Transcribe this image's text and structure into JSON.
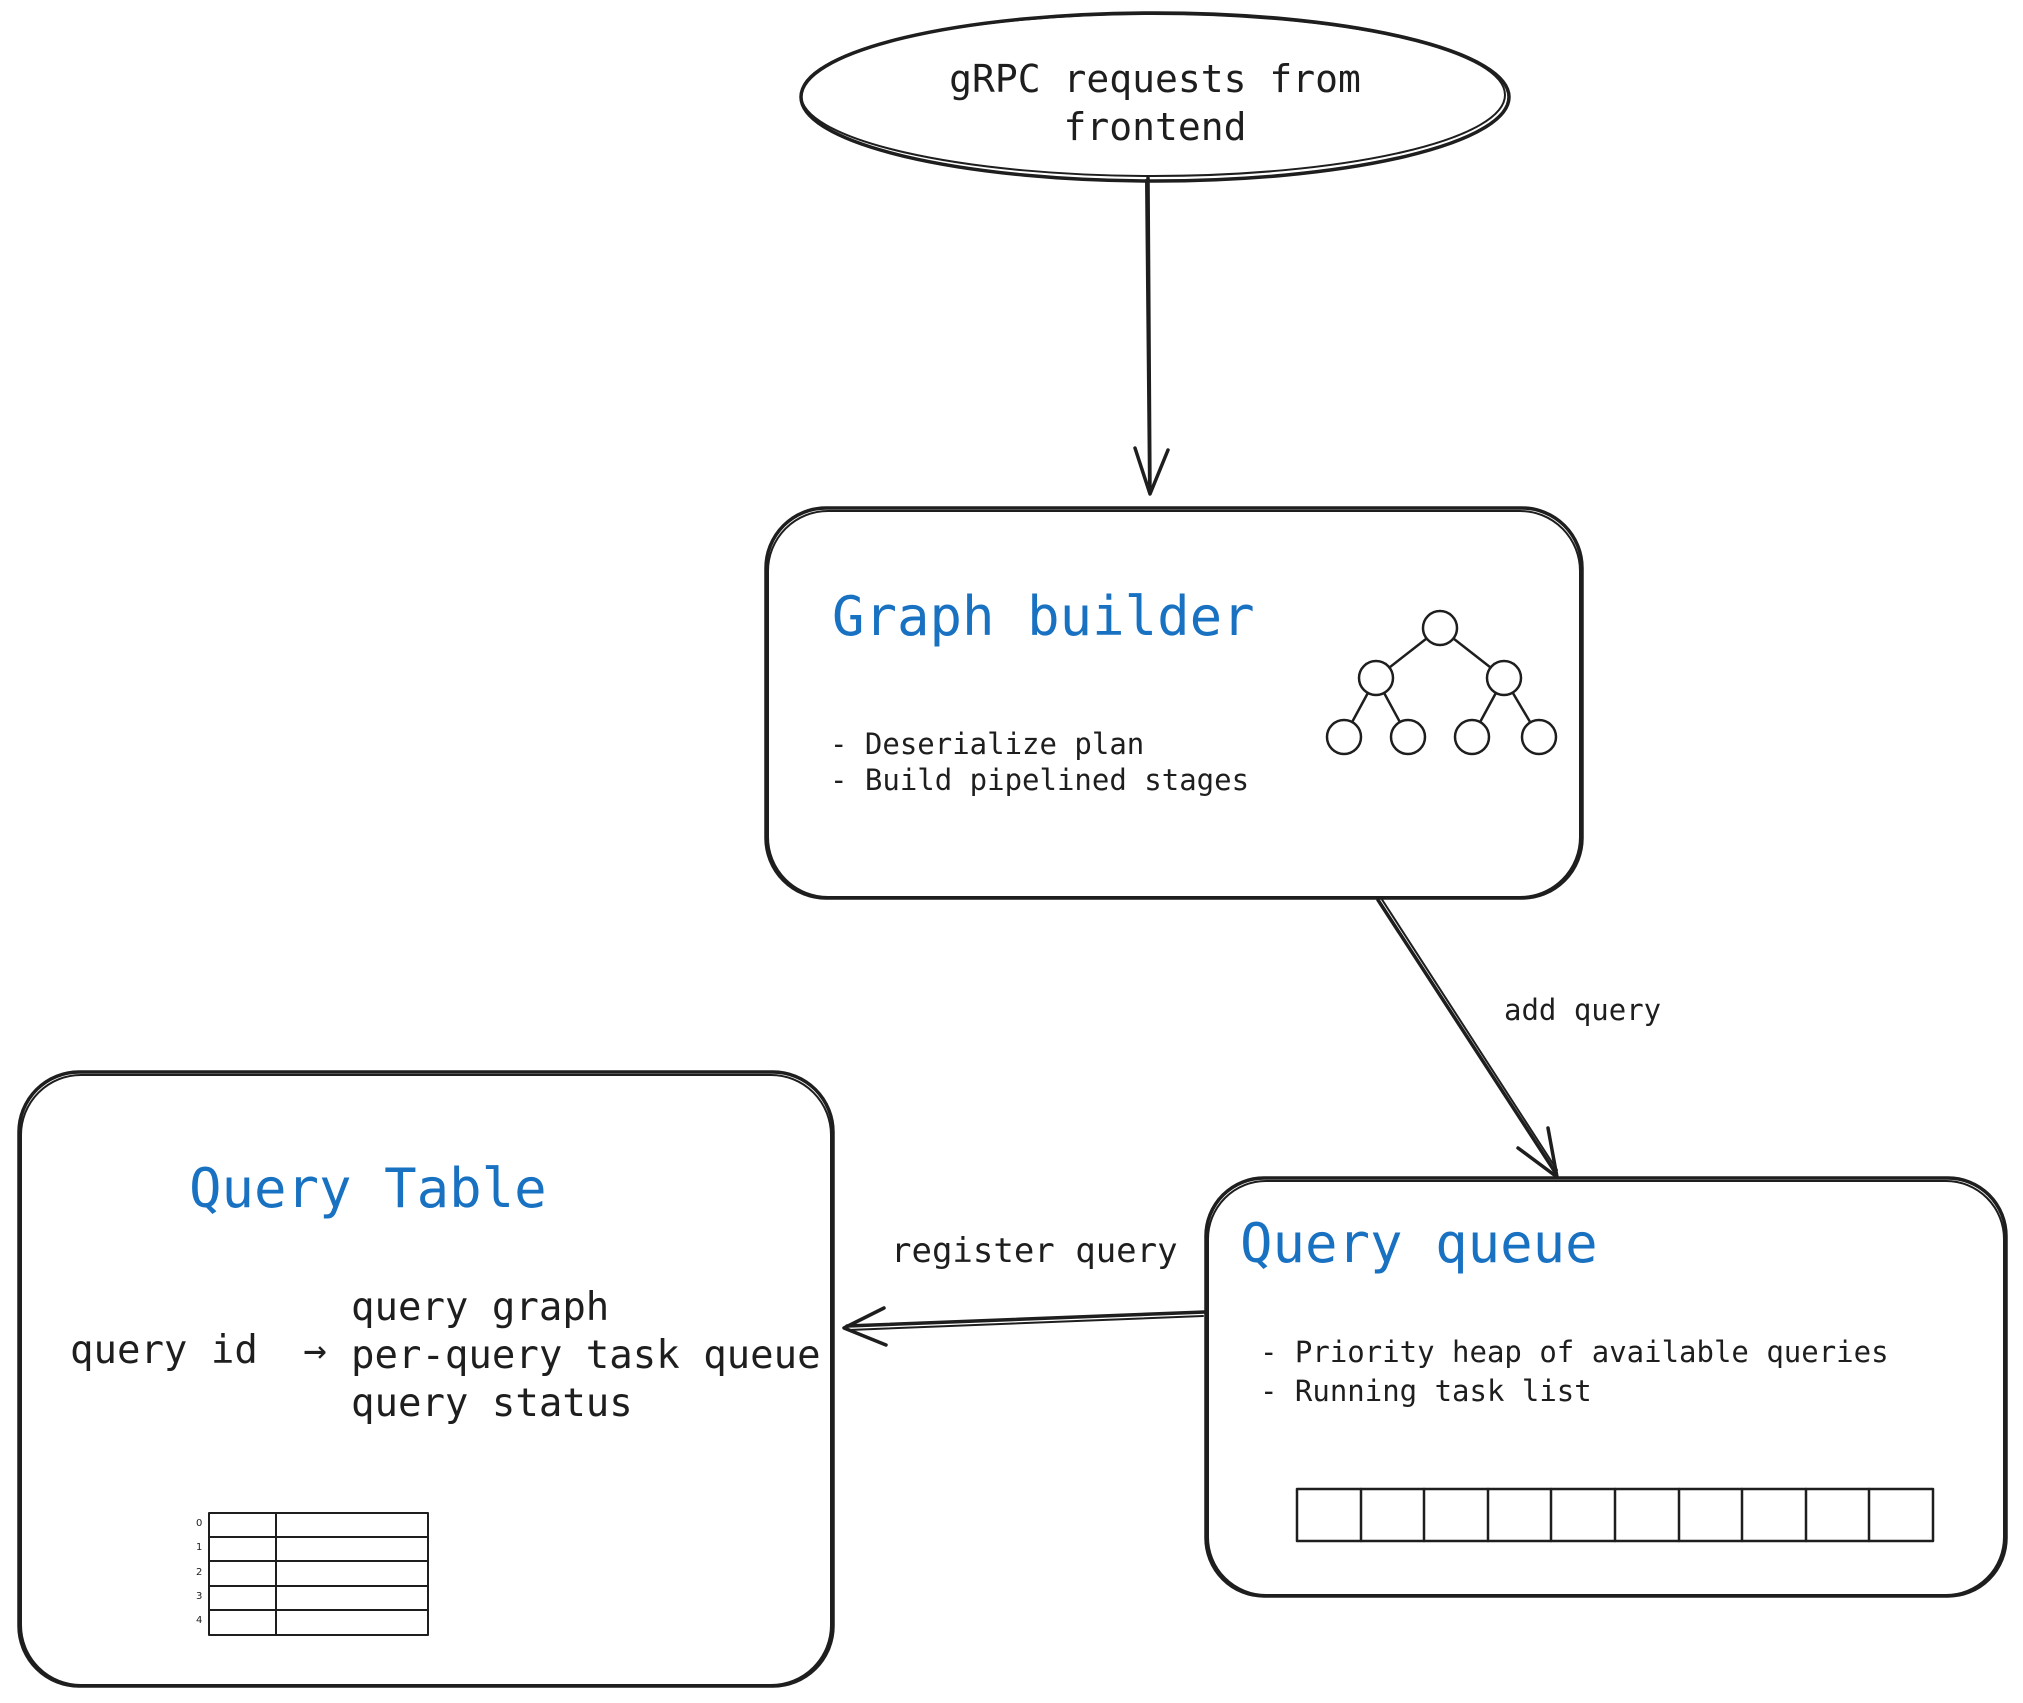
{
  "request_node": {
    "line1": "gRPC requests from",
    "line2": "frontend"
  },
  "graph_builder": {
    "title": "Graph builder",
    "bullets": [
      "- Deserialize plan",
      "- Build pipelined stages"
    ],
    "icon": "binary-tree-icon"
  },
  "edge_add_query": "add query",
  "edge_register_query": "register query",
  "query_queue": {
    "title": "Query queue",
    "bullets": [
      "- Priority heap of available queries",
      "- Running task list"
    ],
    "icon": "queue-array-icon"
  },
  "query_table": {
    "title": "Query Table",
    "key": "query id",
    "arrow": "→",
    "values": [
      "query graph",
      "per-query task queue",
      "query status"
    ],
    "table_indices": [
      "0",
      "1",
      "2",
      "3",
      "4"
    ],
    "icon": "table-icon"
  },
  "colors": {
    "title": "#1971c2",
    "stroke": "#1e1e1e"
  }
}
